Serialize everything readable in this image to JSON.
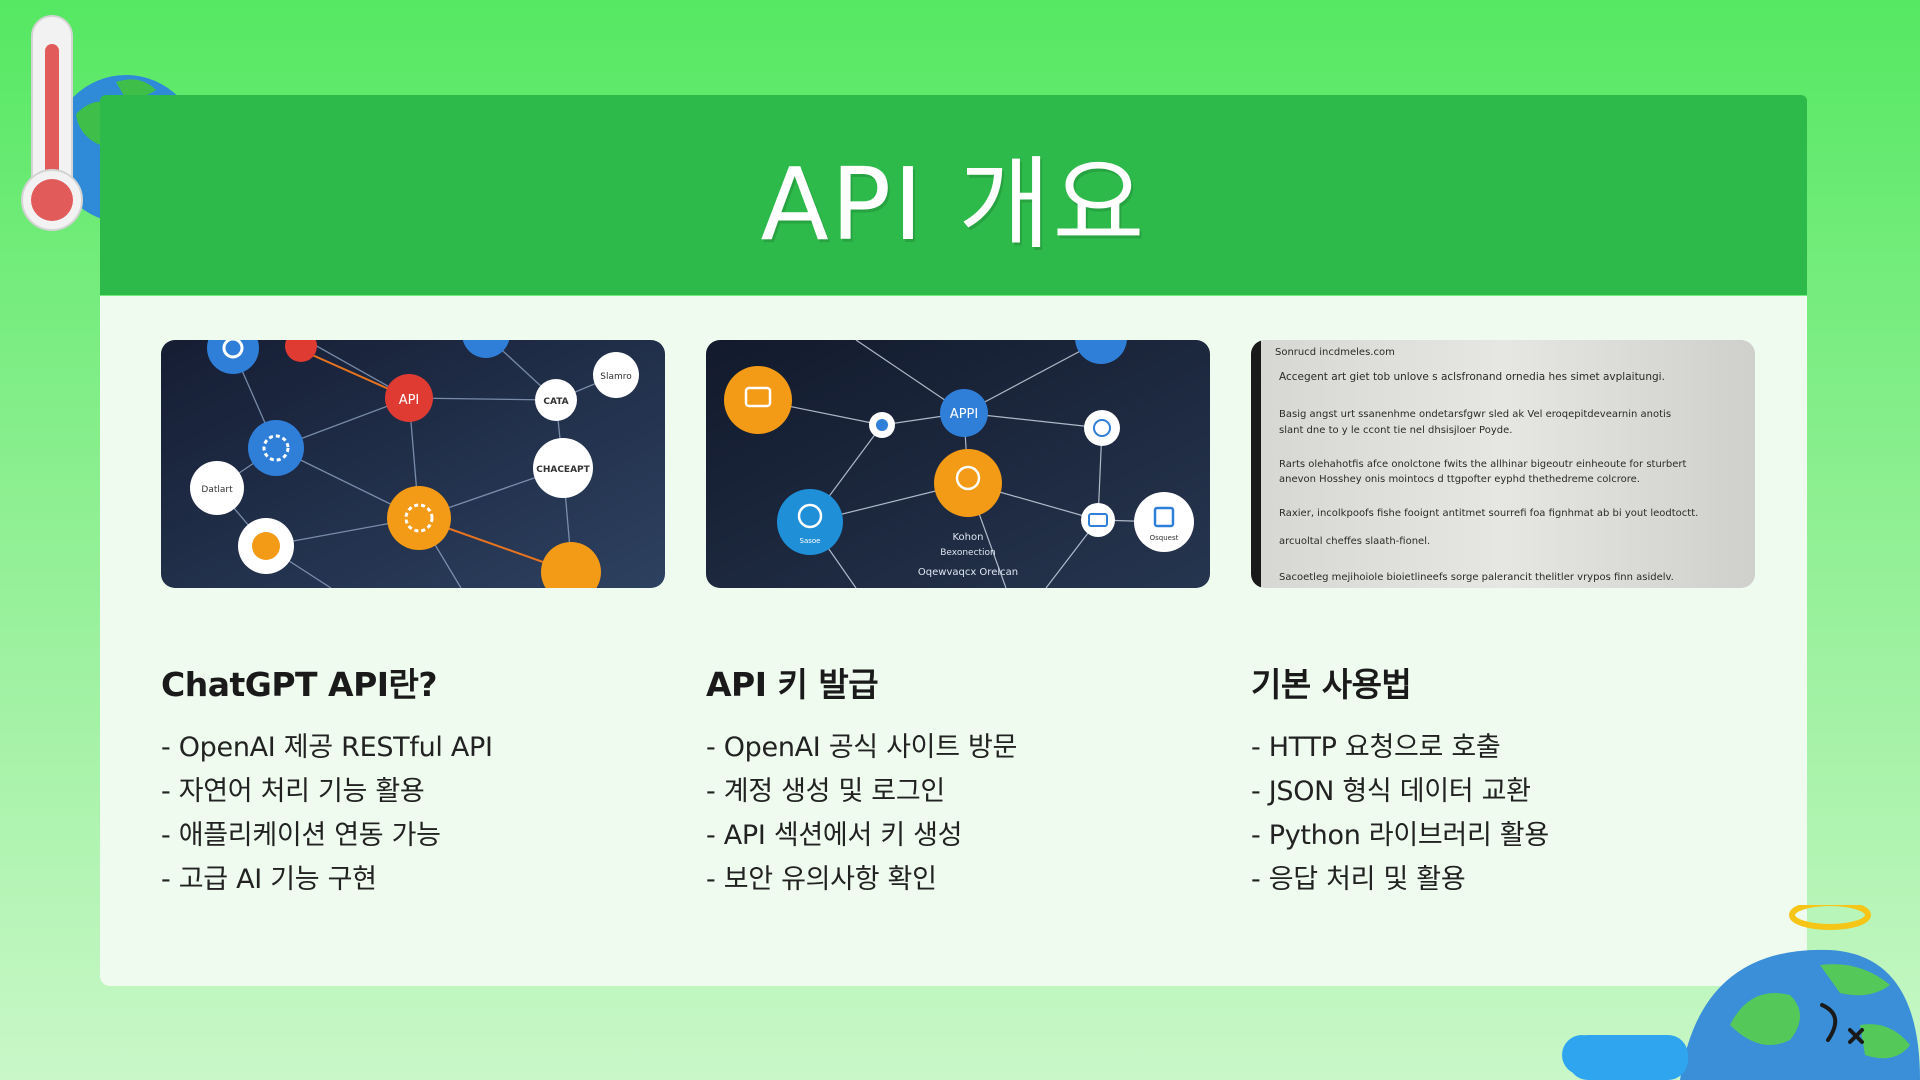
{
  "slide": {
    "title": "API 개요"
  },
  "columns": [
    {
      "heading": "ChatGPT API란?",
      "bullets": [
        "- OpenAI 제공 RESTful API",
        "- 자연어 처리 기능 활용",
        "- 애플리케이션 연동 가능",
        "- 고급 AI 기능 구현"
      ]
    },
    {
      "heading": "API 키 발급",
      "bullets": [
        "- OpenAI 공식 사이트 방문",
        "- 계정 생성 및 로그인",
        "- API 섹션에서 키 생성",
        "- 보안 유의사항 확인"
      ]
    },
    {
      "heading": "기본 사용법",
      "bullets": [
        "- HTTP 요청으로 호출",
        "- JSON 형식 데이터 교환",
        "- Python 라이브러리 활용",
        "- 응답 처리 및 활용"
      ]
    }
  ],
  "images": {
    "network1": {
      "labels": [
        "API",
        "CATA",
        "Slamro",
        "CHACEAPT",
        "Datlart"
      ]
    },
    "network2": {
      "labels": [
        "APPI",
        "Osquest",
        "Kohon",
        "Bexonection",
        "Oqewvaqcx Orelcan",
        "Sasoe"
      ]
    },
    "document": {
      "lines": [
        "Sonrucd incdmeles.com",
        "Accegent art giet tob unlove s aclsfronand ornedia hes simet avplaitungi.",
        "Basig angst urt ssanenhme ondetarsfgwr sled ak Vel eroqepitdevearnin anotis",
        "slant dne to y le ccont tie nel dhsisjloer Poyde.",
        "Rarts olehahotfis afce onolctone fwits the allhinar bigeoutr einheoute for sturbert",
        "anevon Hosshey onis mointocs d ttgpofter eyphd thethedreme colcrore.",
        "Raxier, incolkpoofs fishe fooignt antitmet sourrefi foa fignhmat ab bi yout leodtoctt.",
        "arcuoltal cheffes slaath-fionel.",
        "Sacoetleg mejihoiole bioietlineefs sorge palerancit thelitler vrypos finn asidelv."
      ]
    }
  },
  "colors": {
    "background_top": "#55e862",
    "header": "#2dba4a",
    "panel": "#effbef",
    "node_red": "#e03b33",
    "node_blue": "#2f7fd9",
    "node_orange": "#f39a16"
  }
}
